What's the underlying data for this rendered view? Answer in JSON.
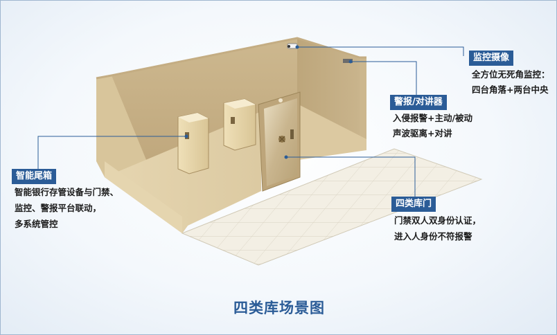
{
  "title": "四类库场景图",
  "callouts": {
    "camera": {
      "label": "监控摄像",
      "lines": [
        "全方位无死角监控：",
        "四台角落+两台中央"
      ]
    },
    "alarm": {
      "label": "警报/对讲器",
      "lines": [
        "入侵报警+主动/被动",
        "声波驱离+对讲"
      ]
    },
    "cabinet": {
      "label": "智能尾箱",
      "lines": [
        "智能银行存管设备与门禁、",
        "监控、警报平台联动，",
        "多系统管控"
      ]
    },
    "door": {
      "label": "四类库门",
      "lines": [
        "门禁双人双身份认证，",
        "进入人身份不符报警"
      ]
    }
  },
  "colors": {
    "accent": "#2b5c97",
    "wall": "#d9c7a0",
    "floor": "#f1ede1"
  }
}
